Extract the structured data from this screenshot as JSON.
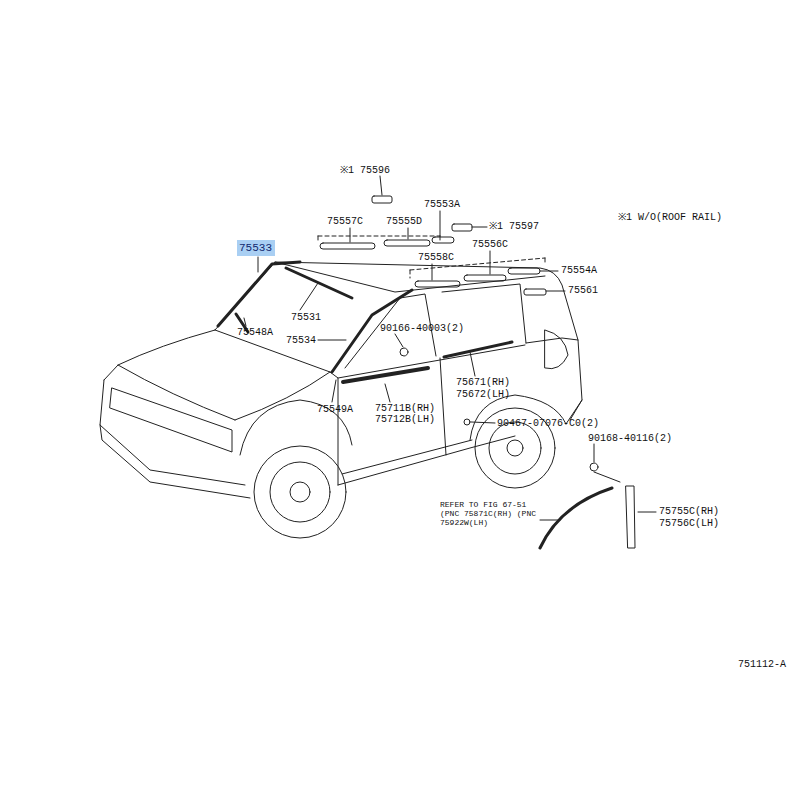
{
  "diagram": {
    "nodes": [
      {
        "text": [
          "75533"
        ]
      }
    ],
    "labels": [
      "※1 75596",
      "75553A",
      "75557C",
      "75555D",
      "※1 75597",
      "※1 W/O(ROOF RAIL)",
      "75556C",
      "75558C",
      "75554A",
      "75561",
      "75531",
      "75548A",
      "90166-40003(2)",
      "75534",
      "75671(RH)",
      "75672(LH)",
      "75549A",
      "75711B(RH)",
      "75712B(LH)",
      "90467-07076-C0(2)",
      "90168-40116(2)",
      "REFER TO FIG 67-51 (PNC 75871C(RH) (PNC 75922W(LH)",
      "75755C(RH)",
      "75756C(LH)",
      "751112-A"
    ]
  }
}
